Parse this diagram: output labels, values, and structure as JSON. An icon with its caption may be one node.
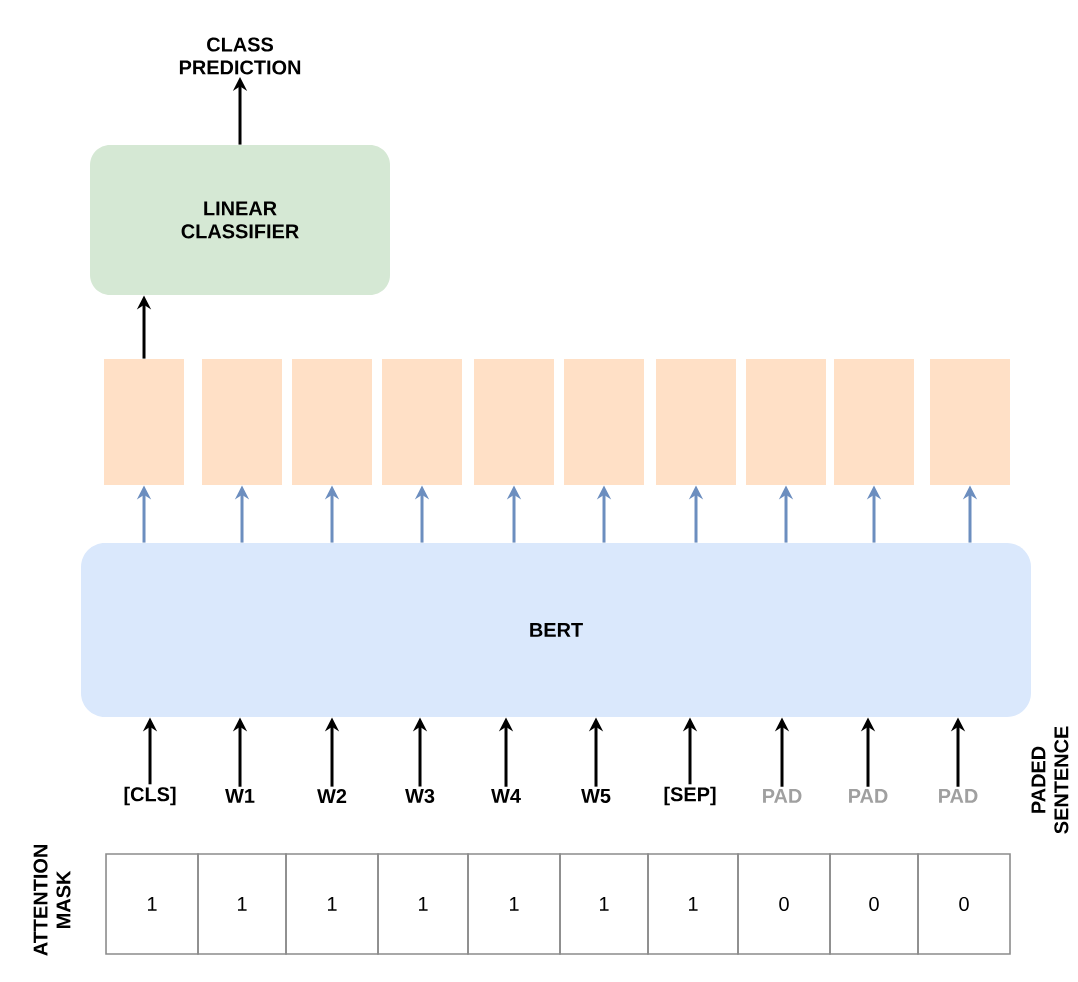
{
  "diagram": {
    "nodes": [
      {
        "text": [
          "CLASS PREDICTION"
        ]
      },
      {
        "text": [
          "LINEAR CLASSIFIER"
        ]
      },
      {
        "text": [],
        "shape": "box"
      },
      {
        "text": [],
        "shape": "box"
      },
      {
        "text": [],
        "shape": "box"
      },
      {
        "text": [],
        "shape": "box"
      },
      {
        "text": [],
        "shape": "box"
      },
      {
        "text": [],
        "shape": "box"
      },
      {
        "text": [],
        "shape": "box"
      },
      {
        "text": [],
        "shape": "box"
      },
      {
        "text": [],
        "shape": "box"
      },
      {
        "text": [],
        "shape": "box"
      },
      {
        "text": [
          "BERT"
        ]
      },
      {
        "text": [
          "[CLS]"
        ]
      },
      {
        "text": [
          "W1"
        ]
      },
      {
        "text": [
          "W2"
        ]
      },
      {
        "text": [
          "W3"
        ]
      },
      {
        "text": [
          "W4"
        ]
      },
      {
        "text": [
          "W5"
        ]
      },
      {
        "text": [
          "[SEP]"
        ]
      },
      {
        "text": [
          "PAD"
        ]
      },
      {
        "text": [
          "PAD"
        ]
      },
      {
        "text": [
          "PAD"
        ]
      }
    ],
    "edges": [
      {
        "from": 1,
        "to": 0,
        "arrow": "to"
      },
      {
        "from": 2,
        "to": 1,
        "arrow": "to"
      },
      {
        "from": 12,
        "to": 2,
        "arrow": "to",
        "color": "#6c8ebf"
      },
      {
        "from": 12,
        "to": 3,
        "arrow": "to",
        "color": "#6c8ebf"
      },
      {
        "from": 12,
        "to": 4,
        "arrow": "to",
        "color": "#6c8ebf"
      },
      {
        "from": 12,
        "to": 5,
        "arrow": "to",
        "color": "#6c8ebf"
      },
      {
        "from": 12,
        "to": 6,
        "arrow": "to",
        "color": "#6c8ebf"
      },
      {
        "from": 12,
        "to": 7,
        "arrow": "to",
        "color": "#6c8ebf"
      },
      {
        "from": 12,
        "to": 8,
        "arrow": "to",
        "color": "#6c8ebf"
      },
      {
        "from": 12,
        "to": 9,
        "arrow": "to",
        "color": "#6c8ebf"
      },
      {
        "from": 12,
        "to": 10,
        "arrow": "to",
        "color": "#6c8ebf"
      },
      {
        "from": 12,
        "to": 11,
        "arrow": "to",
        "color": "#6c8ebf"
      },
      {
        "from": 13,
        "to": 12,
        "arrow": "to"
      },
      {
        "from": 14,
        "to": 12,
        "arrow": "to"
      },
      {
        "from": 15,
        "to": 12,
        "arrow": "to"
      },
      {
        "from": 16,
        "to": 12,
        "arrow": "to"
      },
      {
        "from": 17,
        "to": 12,
        "arrow": "to"
      },
      {
        "from": 18,
        "to": 12,
        "arrow": "to"
      },
      {
        "from": 19,
        "to": 12,
        "arrow": "to"
      },
      {
        "from": 20,
        "to": 12,
        "arrow": "to"
      },
      {
        "from": 21,
        "to": 12,
        "arrow": "to"
      },
      {
        "from": 22,
        "to": 12,
        "arrow": "to"
      }
    ],
    "labels": [
      "PADED SENTENCE",
      "ATTENTION MASK",
      "1",
      "1",
      "1",
      "1",
      "1",
      "1",
      "1",
      "0",
      "0",
      "0"
    ]
  }
}
